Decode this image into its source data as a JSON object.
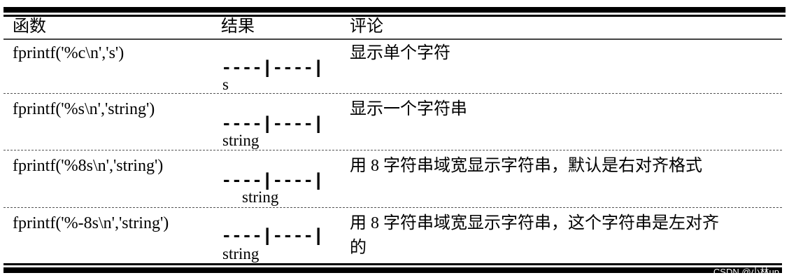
{
  "header": {
    "col_function": "函数",
    "col_result": "结果",
    "col_comment": "评论"
  },
  "marker": "----|----|",
  "rows": [
    {
      "function": "fprintf('%c\\n','s')",
      "output": "s",
      "comment": "显示单个字符"
    },
    {
      "function": "fprintf('%s\\n','string')",
      "output": "string",
      "comment": "显示一个字符串"
    },
    {
      "function": "fprintf('%8s\\n','string')",
      "output": "string",
      "comment": "用 8 字符串域宽显示字符串，默认是右对齐格式"
    },
    {
      "function": "fprintf('%-8s\\n','string')",
      "output": "string",
      "comment": "用 8 字符串域宽显示字符串，这个字符串是左对齐",
      "comment_line2": "的"
    }
  ],
  "watermark": "CSDN @小林up"
}
